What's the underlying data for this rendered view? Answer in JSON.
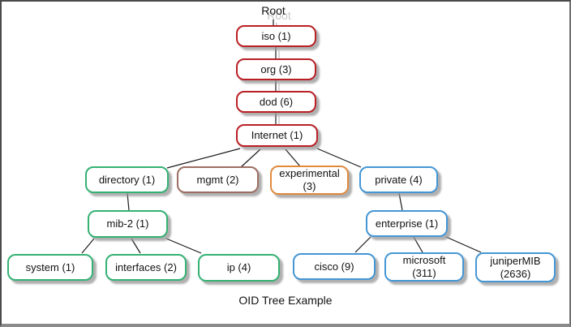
{
  "diagram": {
    "root_label": "Root",
    "caption": "OID Tree Example",
    "nodes": {
      "iso": {
        "label": "iso (1)"
      },
      "org": {
        "label": "org (3)"
      },
      "dod": {
        "label": "dod (6)"
      },
      "internet": {
        "label": "Internet (1)"
      },
      "directory": {
        "label": "directory (1)"
      },
      "mgmt": {
        "label": "mgmt (2)"
      },
      "experimental": {
        "label": "experimental\n(3)"
      },
      "private": {
        "label": "private (4)"
      },
      "mib2": {
        "label": "mib-2 (1)"
      },
      "system": {
        "label": "system (1)"
      },
      "interfaces": {
        "label": "interfaces (2)"
      },
      "ip": {
        "label": "ip (4)"
      },
      "enterprise": {
        "label": "enterprise (1)"
      },
      "cisco": {
        "label": "cisco (9)"
      },
      "microsoft": {
        "label": "microsoft\n(311)"
      },
      "junipermib": {
        "label": "juniperMIB\n(2636)"
      }
    }
  },
  "colors": {
    "chain_red": "#b92025",
    "green": "#35b173",
    "blue": "#4496d4",
    "orange": "#e08a3e",
    "brown": "#9c6e62",
    "line": "#1a1a1a",
    "line_shadow": "#c9c9c9",
    "frame": "#4a4a4a"
  }
}
